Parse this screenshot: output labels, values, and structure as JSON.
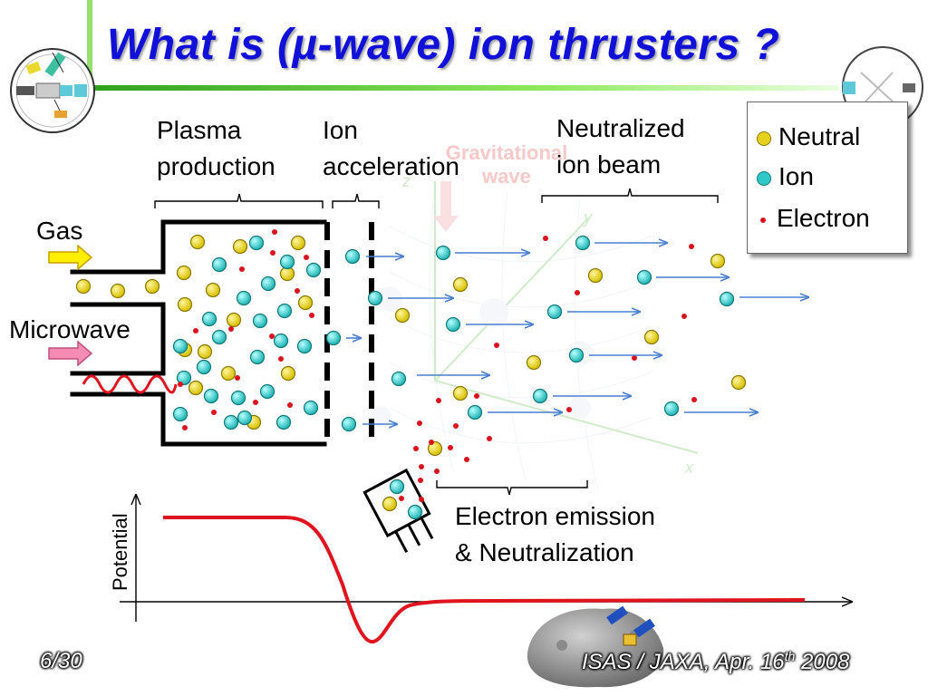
{
  "slide": {
    "title": "What is (µ-wave) ion thrusters ?",
    "page_number": "6/30",
    "footer": {
      "prefix": "ISAS / JAXA, Apr. 16",
      "superscript": "th",
      "suffix": " 2008"
    }
  },
  "labels": {
    "plasma_production": "Plasma\nproduction",
    "ion_acceleration": "Ion\nacceleration",
    "neutralized_ion_beam": "Neutralized\nion beam",
    "gas": "Gas",
    "microwave": "Microwave",
    "electron_emission": "Electron emission\n& Neutralization",
    "potential_axis": "Potential"
  },
  "legend": {
    "items": [
      {
        "label": "Neutral",
        "kind": "neutral"
      },
      {
        "label": "Ion",
        "kind": "ion"
      },
      {
        "label": "Electron",
        "kind": "electron"
      }
    ]
  },
  "background_figure": {
    "title": "Gravitational wave",
    "axes": [
      "x",
      "y",
      "z"
    ]
  },
  "colors": {
    "title": "#1010d8",
    "neutral": "#e6d21e",
    "ion": "#30c8c8",
    "electron": "#d8141e",
    "beam_arrow": "#4a7fd0",
    "potential_curve": "#e0141e",
    "microwave_wave": "#e0141e",
    "gas_arrow": "#ffee00",
    "microwave_arrow": "#f58cb4",
    "header_bar": "#7ad84a"
  }
}
